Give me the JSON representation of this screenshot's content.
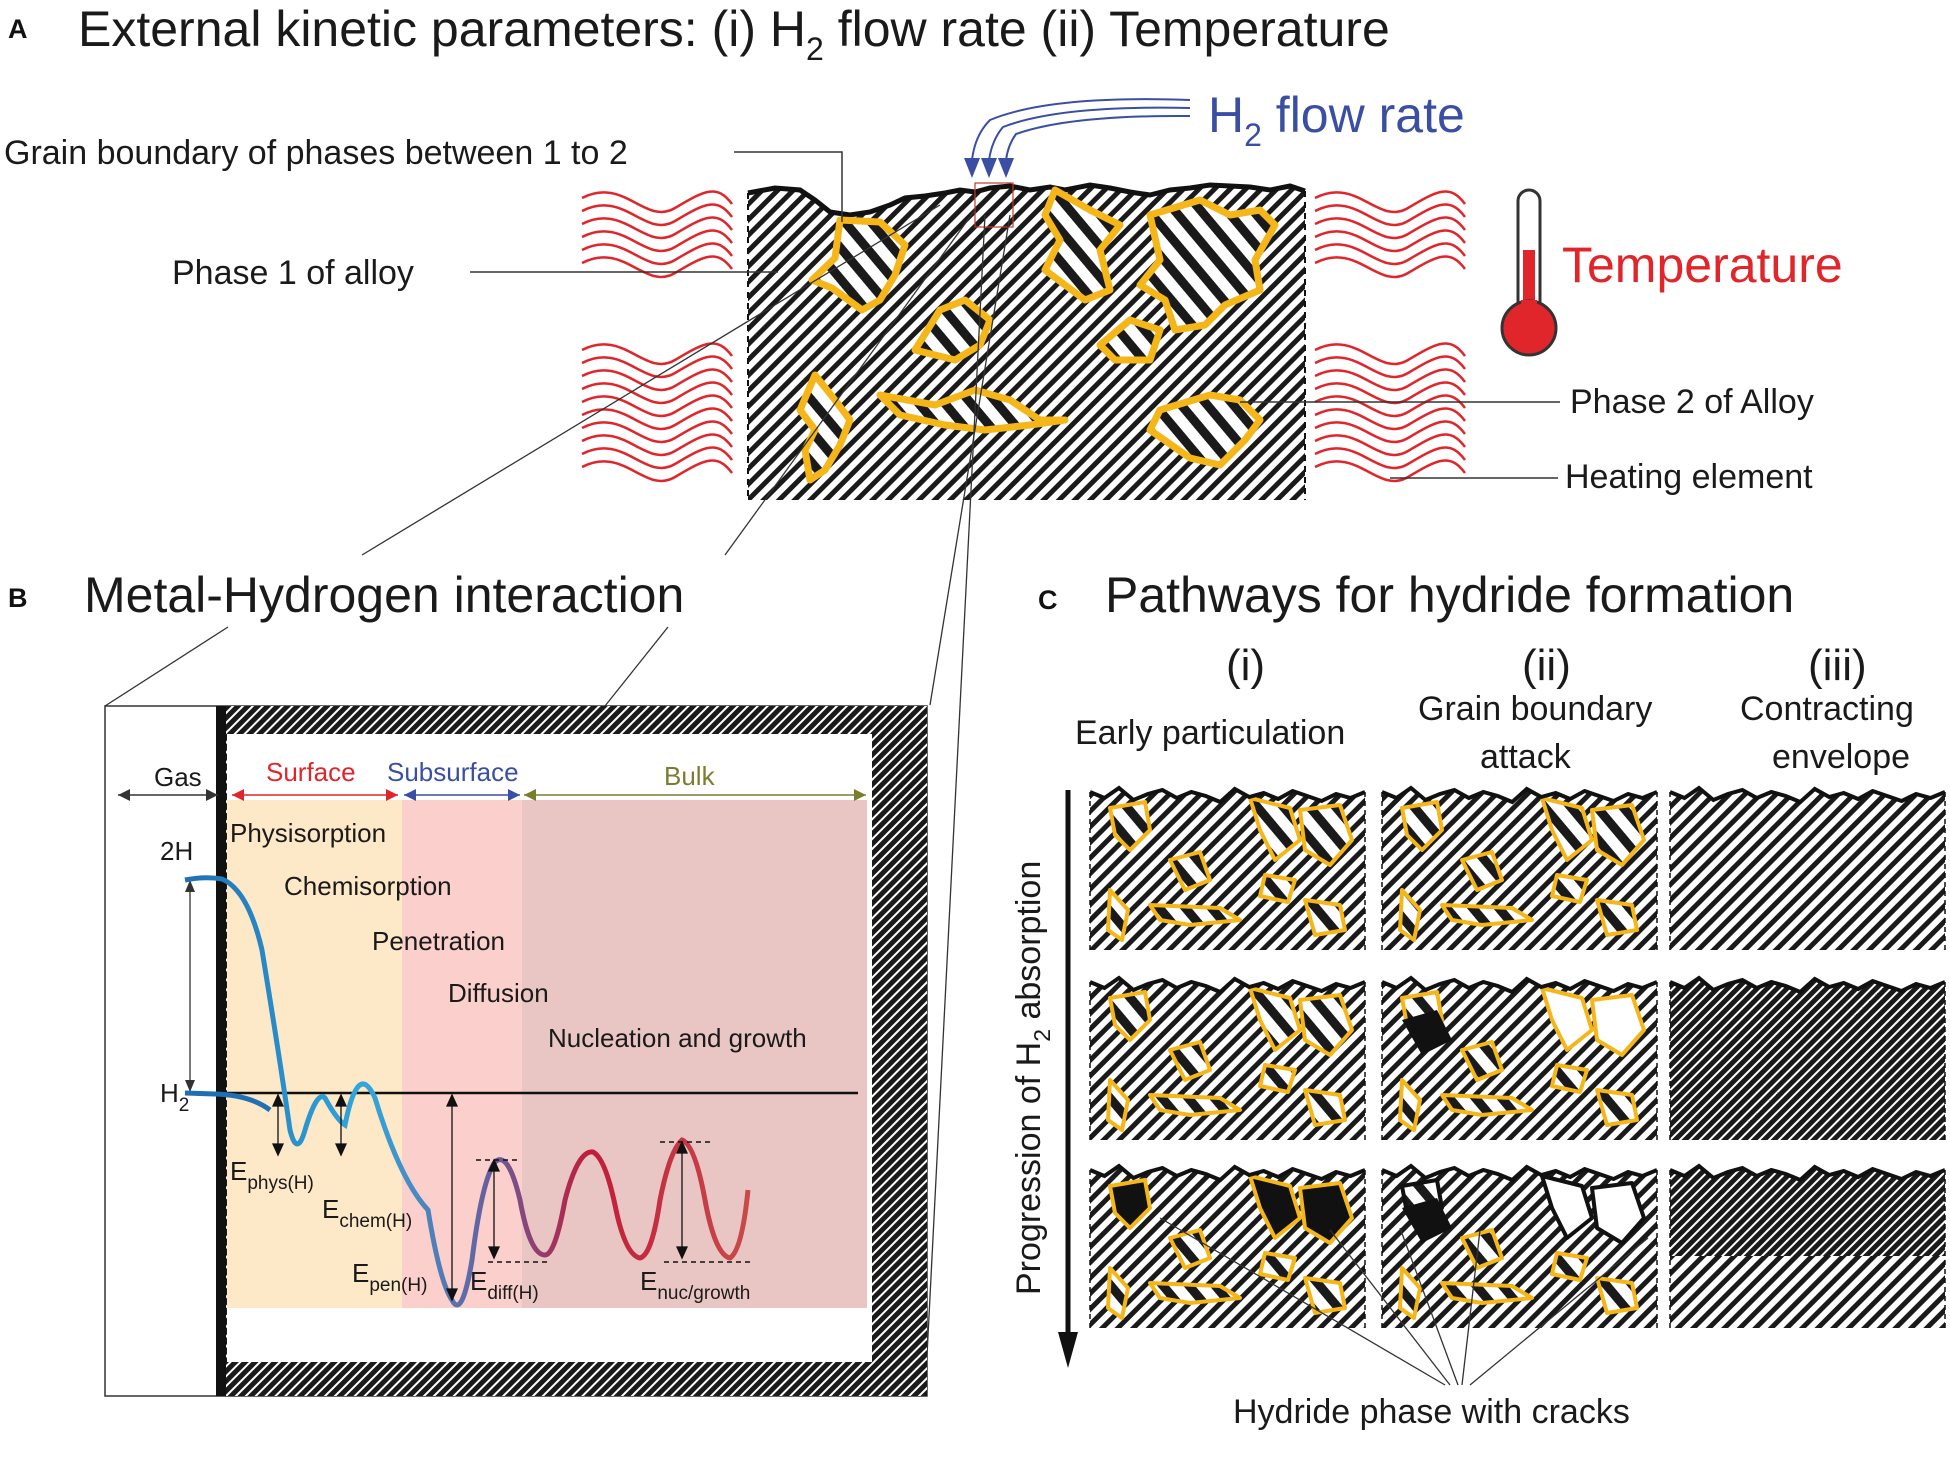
{
  "panel_a": {
    "letter": "A",
    "title": "External kinetic parameters: (i) H",
    "title_sub": "2",
    "title_tail": " flow rate (ii) Temperature",
    "flow_label": "H",
    "flow_sub": "2",
    "flow_tail": " flow rate",
    "temperature_label": "Temperature",
    "grain_boundary_label": "Grain boundary of phases between 1 to 2",
    "phase1_label": "Phase 1 of alloy",
    "phase2_label": "Phase 2 of Alloy",
    "heating_label": "Heating element"
  },
  "panel_b": {
    "letter": "B",
    "title": "Metal-Hydrogen interaction",
    "regions": {
      "gas": "Gas",
      "surface": "Surface",
      "subsurface": "Subsurface",
      "bulk": "Bulk"
    },
    "levels": {
      "two_h": "2H",
      "h2": "H",
      "h2_sub": "2"
    },
    "steps": [
      "Physisorption",
      "Chemisorption",
      "Penetration",
      "Diffusion",
      "Nucleation and growth"
    ],
    "energies": [
      {
        "main": "E",
        "sub": "phys(H)"
      },
      {
        "main": "E",
        "sub": "chem(H)"
      },
      {
        "main": "E",
        "sub": "pen(H)"
      },
      {
        "main": "E",
        "sub": "diff(H)"
      },
      {
        "main": "E",
        "sub": "nuc/growth"
      }
    ]
  },
  "panel_c": {
    "letter": "C",
    "title": "Pathways for hydride formation",
    "columns": [
      {
        "num": "(i)",
        "line1": "Early particulation",
        "line2": ""
      },
      {
        "num": "(ii)",
        "line1": "Grain boundary",
        "line2": "attack"
      },
      {
        "num": "(iii)",
        "line1": "Contracting",
        "line2": "envelope"
      }
    ],
    "axis_label": "Progression of H",
    "axis_sub": "2",
    "axis_tail": " absorption",
    "bottom_label": "Hydride phase with cracks"
  },
  "colors": {
    "grain_outline": "#f5b619",
    "heating": "#e0252b",
    "flow": "#3a4fa3",
    "surface_band": "#fde8c8",
    "subsurface_band": "#fbd0cc",
    "bulk_band": "#e9c6c3"
  }
}
